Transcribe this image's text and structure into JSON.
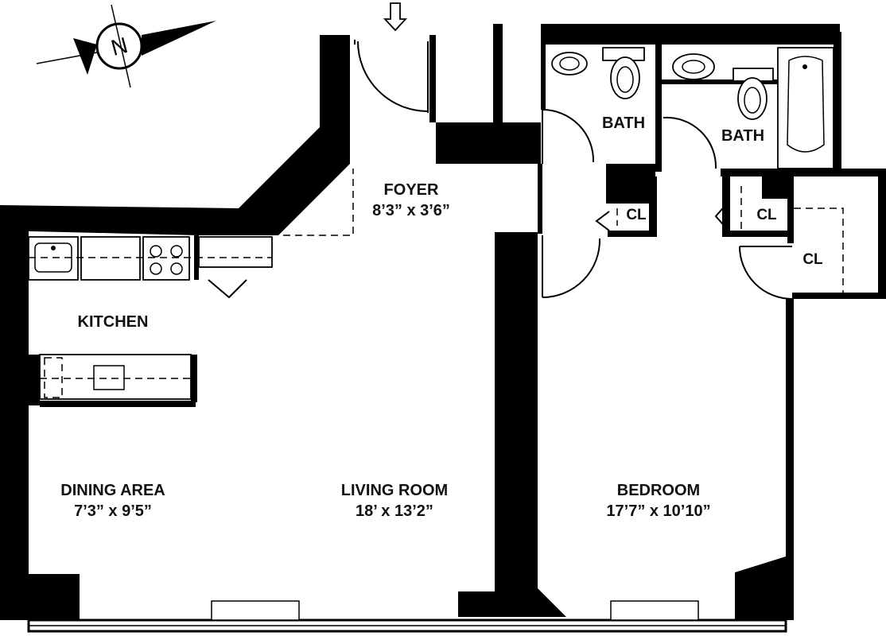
{
  "rooms": {
    "foyer": {
      "name": "FOYER",
      "dims": "8’3” x 3’6”"
    },
    "kitchen": {
      "name": "KITCHEN"
    },
    "dining": {
      "name": "DINING AREA",
      "dims": "7’3” x 9’5”"
    },
    "living": {
      "name": "LIVING ROOM",
      "dims": "18’ x 13’2”"
    },
    "bedroom": {
      "name": "BEDROOM",
      "dims": "17’7” x 10’10”"
    },
    "bath1": {
      "name": "BATH"
    },
    "bath2": {
      "name": "BATH"
    },
    "closet1": {
      "name": "CL"
    },
    "closet2": {
      "name": "CL"
    },
    "closet3": {
      "name": "CL"
    }
  },
  "compass": {
    "letter": "N",
    "icon": "compass-icon"
  },
  "entry": {
    "icon": "entry-arrow-icon"
  },
  "colors": {
    "walls": "#000000",
    "background": "#ffffff"
  }
}
